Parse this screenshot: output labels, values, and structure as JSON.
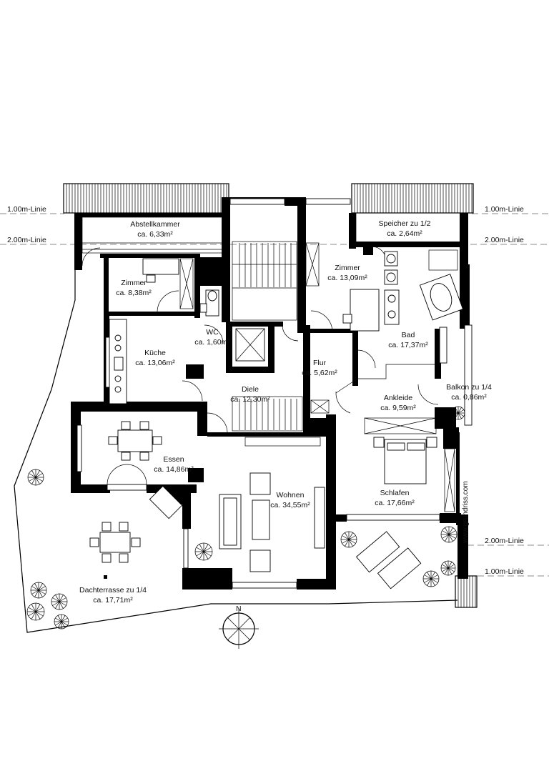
{
  "level_lines": {
    "line_1m_left": "1.00m-Linie",
    "line_1m_right": "1.00m-Linie",
    "line_2m_left": "2.00m-Linie",
    "line_2m_right": "2.00m-Linie",
    "line_2m_right_lower": "2.00m-Linie",
    "line_1m_right_lower": "1.00m-Linie"
  },
  "rooms": {
    "abstellkammer": {
      "name": "Abstellkammer",
      "area": "ca. 6,33m²"
    },
    "speicher": {
      "name": "Speicher zu 1/2",
      "area": "ca. 2,64m²"
    },
    "zimmer_small": {
      "name": "Zimmer",
      "area": "ca. 8,38m²"
    },
    "zimmer_large": {
      "name": "Zimmer",
      "area": "ca. 13,09m²"
    },
    "wc": {
      "name": "WC",
      "area": "ca. 1,60m²"
    },
    "kueche": {
      "name": "Küche",
      "area": "ca. 13,06m²"
    },
    "bad": {
      "name": "Bad",
      "area": "ca. 17,37m²"
    },
    "flur": {
      "name": "Flur",
      "area": "ca. 5,62m²"
    },
    "diele": {
      "name": "Diele",
      "area": "ca. 12,30m²"
    },
    "ankleide": {
      "name": "Ankleide",
      "area": "ca. 9,59m²"
    },
    "balkon": {
      "name": "Balkon zu 1/4",
      "area": "ca. 0,86m²"
    },
    "essen": {
      "name": "Essen",
      "area": "ca. 14,86m²"
    },
    "wohnen": {
      "name": "Wohnen",
      "area": "ca. 34,55m²"
    },
    "schlafen": {
      "name": "Schlafen",
      "area": "ca. 17,66m²"
    },
    "dachterrasse": {
      "name": "Dachterrasse zu 1/4",
      "area": "ca. 17,71m²"
    }
  },
  "compass": {
    "north": "N"
  },
  "watermark": "www.grundriss.com"
}
